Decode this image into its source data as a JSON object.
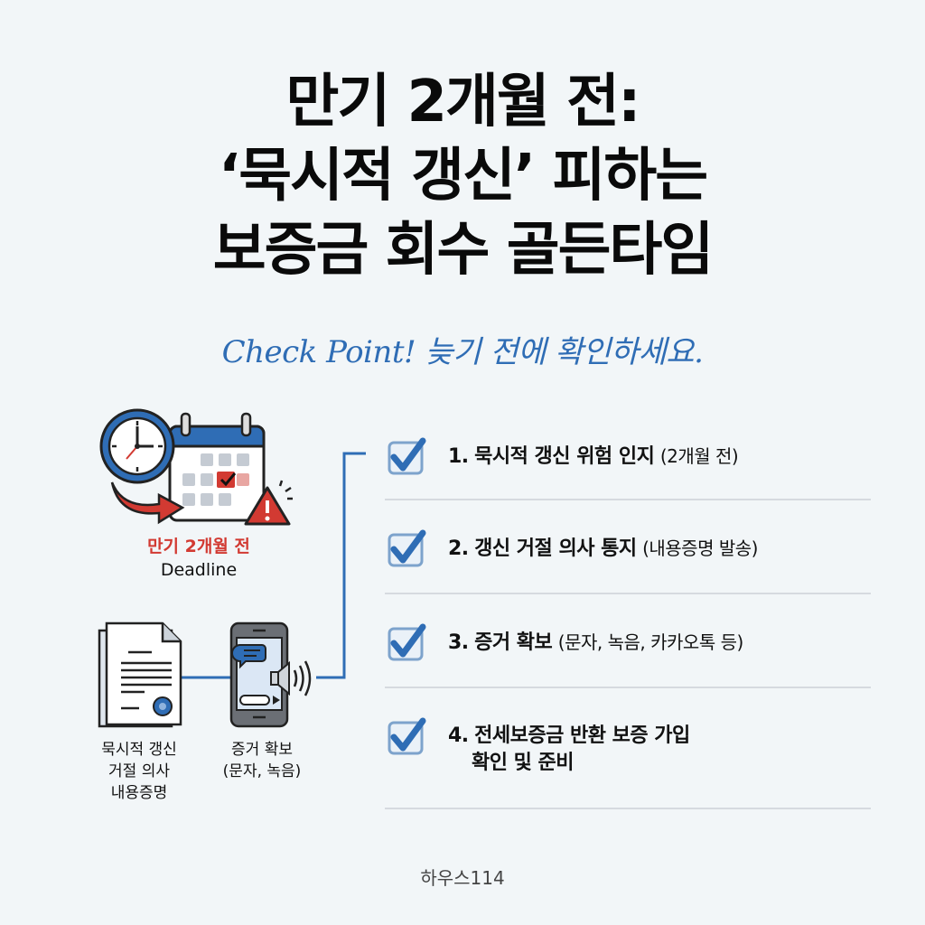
{
  "title": {
    "line1": "만기 2개월 전:",
    "line2": "‘묵시적 갱신’ 피하는",
    "line3": "보증금 회수 골든타임"
  },
  "subtitle": "Check Point! 늦기 전에 확인하세요.",
  "deadline_card": {
    "icon": "clock-calendar-warning-icon",
    "label_red": "만기 2개월 전",
    "label_en": "Deadline"
  },
  "document_card": {
    "icon": "certified-document-icon",
    "label_lines": [
      "묵시적 갱신",
      "거절 의사",
      "내용증명"
    ]
  },
  "phone_card": {
    "icon": "phone-message-recording-icon",
    "label_lines": [
      "증거 확보",
      "(문자, 녹음)"
    ]
  },
  "checklist": [
    {
      "number": "1.",
      "title": "묵시적 갱신 위험 인지",
      "note": "(2개월 전)",
      "checked": true
    },
    {
      "number": "2.",
      "title": "갱신 거절 의사 통지",
      "note": "(내용증명 발송)",
      "checked": true
    },
    {
      "number": "3.",
      "title": "증거 확보",
      "note": "(문자, 녹음, 카카오톡 등)",
      "checked": true
    },
    {
      "number": "4.",
      "title": "전세보증금 반환 보증 가입",
      "title_line2": "확인 및 준비",
      "note": "",
      "checked": true
    }
  ],
  "footer": "하우스114",
  "colors": {
    "background": "#f2f6f8",
    "accent_blue": "#2f6db5",
    "accent_red": "#d23a32",
    "divider": "#d6dadf",
    "text": "#111111"
  }
}
